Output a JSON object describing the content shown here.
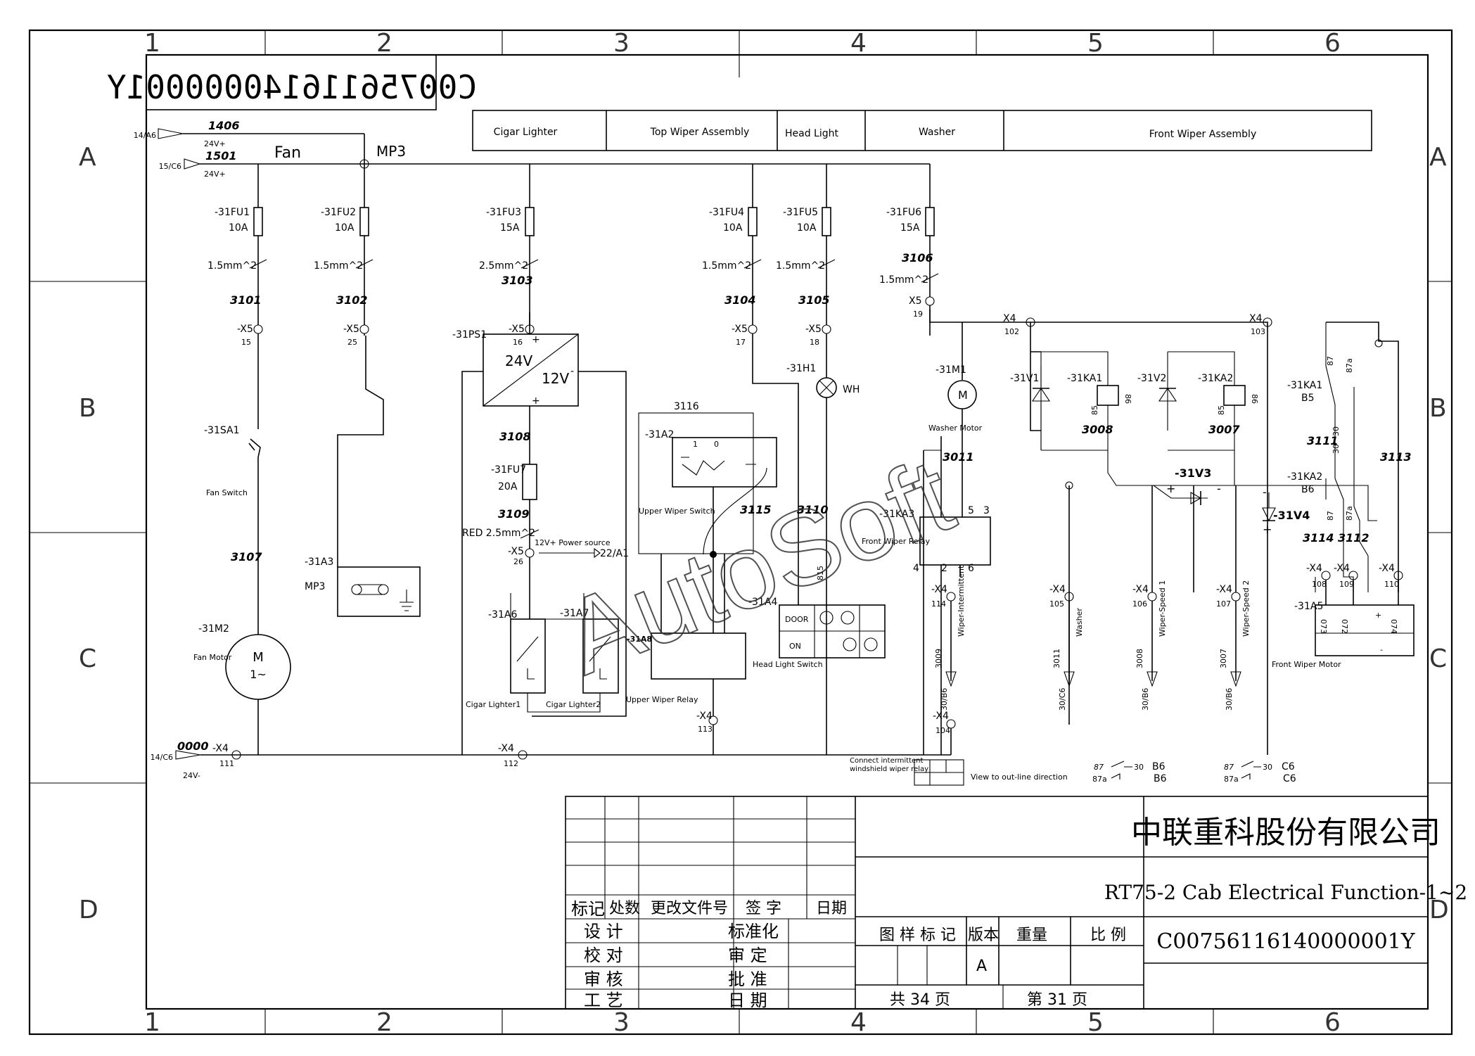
{
  "drawing": {
    "mirrored_code": "C00756116140000001Y",
    "title_blocks": [
      "Cigar Lighter",
      "Top Wiper Assembly",
      "Head Light",
      "Washer",
      "Front Wiper Assembly"
    ],
    "watermark": "AutoSoft",
    "zones": {
      "columns": [
        "1",
        "2",
        "3",
        "4",
        "5",
        "6"
      ],
      "rows": [
        "A",
        "B",
        "C",
        "D"
      ]
    }
  },
  "supply": {
    "in1_ref": "14/A6",
    "in1_wire": "1406",
    "in1_volt": "24V+",
    "in2_ref": "15/C6",
    "in2_wire": "1501",
    "in2_volt": "24V+",
    "fan_label": "Fan",
    "mp3_label": "MP3",
    "gnd_ref": "14/C6",
    "gnd_wire": "0000",
    "gnd_volt": "24V-"
  },
  "fuses": [
    {
      "name": "-31FU1",
      "rating": "10A",
      "wire_size": "1.5mm^2",
      "wire": "3101",
      "conn": "-X5",
      "pin": "15"
    },
    {
      "name": "-31FU2",
      "rating": "10A",
      "wire_size": "1.5mm^2",
      "wire": "3102",
      "conn": "-X5",
      "pin": "25"
    },
    {
      "name": "-31FU3",
      "rating": "15A",
      "wire_size": "2.5mm^2",
      "wire": "3103",
      "conn": "-X5",
      "pin": "16"
    },
    {
      "name": "-31FU4",
      "rating": "10A",
      "wire_size": "1.5mm^2",
      "wire": "3104",
      "conn": "-X5",
      "pin": "17"
    },
    {
      "name": "-31FU5",
      "rating": "10A",
      "wire_size": "1.5mm^2",
      "wire": "3105",
      "conn": "-X5",
      "pin": "18"
    },
    {
      "name": "-31FU6",
      "rating": "15A",
      "wire_size": "1.5mm^2",
      "wire": "3106",
      "conn": "X5",
      "pin": "19"
    }
  ],
  "components": {
    "fan_switch_id": "-31SA1",
    "fan_switch": "Fan Switch",
    "wire_3107": "3107",
    "fan_motor_id": "-31M2",
    "fan_motor": "Fan Motor",
    "motor_m": "M",
    "motor_1": "1~",
    "mp3_id": "-31A3",
    "mp3": "MP3",
    "ps_id": "-31PS1",
    "ps_in": "24V",
    "ps_out": "12V",
    "plus": "+",
    "minus": "-",
    "wire_3108": "3108",
    "fu7_name": "-31FU7",
    "fu7_rating": "20A",
    "wire_3109": "3109",
    "red_wire": "RED 2.5mm^2",
    "x5_26": "-X5",
    "pin_26": "26",
    "power_source": "12V+ Power source",
    "ref_22a1": "22/A1",
    "a6_id": "-31A6",
    "a7_id": "-31A7",
    "a8_id": "-31A8",
    "cigar1": "Cigar Lighter1",
    "cigar2": "Cigar Lighter2",
    "a2_id": "-31A2",
    "wire_3116": "3116",
    "upper_switch": "Upper Wiper Switch",
    "upper_relay": "Upper Wiper Relay",
    "wire_3115": "3115",
    "wire_3110": "3110",
    "x4_113": "-X4",
    "pin_113": "113",
    "h1_id": "-31H1",
    "wh": "WH",
    "a4_id": "-31A4",
    "wire_815": "815",
    "door": "DOOR",
    "on": "ON",
    "headlight_switch": "Head Light Switch",
    "m1_id": "-31M1",
    "washer_motor": "Washer Motor",
    "wire_3011": "3011",
    "ka3_id": "-31KA3",
    "front_relay": "Front Wiper Relay",
    "x4_104": "-X4",
    "pin_104": "104",
    "x4_102": "X4",
    "pin_102": "102",
    "x4_103": "X4",
    "pin_103": "103",
    "v1_id": "-31V1",
    "ka1_id": "-31KA1",
    "wire_3008": "3008",
    "v2_id": "-31V2",
    "ka2_id": "-31KA2",
    "wire_3007": "3007",
    "v3_id": "-31V3",
    "v4_id": "-31V4",
    "ka1b": "-31KA1",
    "b5": "B5",
    "ka2b": "-31KA2",
    "b6": "B6",
    "wire_3111": "3111",
    "wire_3113": "3113",
    "wire_3114": "3114",
    "wire_3112": "3112",
    "a5_id": "-31A5",
    "front_motor": "Front Wiper Motor",
    "x4_111": "-X4",
    "pin_111": "111",
    "x4_112": "-X4",
    "pin_112": "112",
    "connect_note1": "Connect intermittent",
    "connect_note2": "windshield wiper relay",
    "view_note": "View to out-line direction",
    "legend_b6_87": "87",
    "legend_b6_30": "30",
    "legend_b6_87a": "87a",
    "legend_b6": "B6",
    "legend_c6_87": "87",
    "legend_c6_30": "30",
    "legend_c6_87a": "87a",
    "legend_c6": "C6",
    "n85": "85",
    "n86": "86",
    "n87": "87",
    "n87a": "87a",
    "n30": "30"
  },
  "outputs": [
    {
      "conn": "-X4",
      "pin": "114",
      "label": "Wiper-Intermittent",
      "wire": "3009",
      "ref": "30/B6"
    },
    {
      "conn": "-X4",
      "pin": "105",
      "label": "Washer",
      "wire": "3011",
      "ref": "30/C6"
    },
    {
      "conn": "-X4",
      "pin": "106",
      "label": "Wiper-Speed 1",
      "wire": "3008",
      "ref": "30/B6"
    },
    {
      "conn": "-X4",
      "pin": "107",
      "label": "Wiper-Speed 2",
      "wire": "3007",
      "ref": "30/B6"
    }
  ],
  "motor_pins": [
    {
      "conn": "-X4",
      "pin": "108"
    },
    {
      "conn": "-X4",
      "pin": "109"
    },
    {
      "conn": "-X4",
      "pin": "110"
    }
  ],
  "motor_terminals": [
    "073",
    "072",
    "+",
    "074",
    "-"
  ],
  "relay_pins": [
    "5",
    "3",
    "4",
    "2",
    "6"
  ],
  "title_block": {
    "company": "中联重科股份有限公司",
    "title": "RT75-2 Cab Electrical Function-1~2",
    "code": "C00756116140000001Y",
    "rev_headers": [
      "标记",
      "处数",
      "更改文件号",
      "签 字",
      "日期"
    ],
    "left_labels": [
      "设 计",
      "校 对",
      "审 核",
      "工 艺"
    ],
    "mid_labels": [
      "标准化",
      "审 定",
      "批 准",
      "日 期"
    ],
    "info_headers": [
      "图 样 标 记",
      "版本",
      "重量",
      "比 例"
    ],
    "version": "A",
    "total_pages": "共 34 页",
    "page": "第 31 页"
  }
}
